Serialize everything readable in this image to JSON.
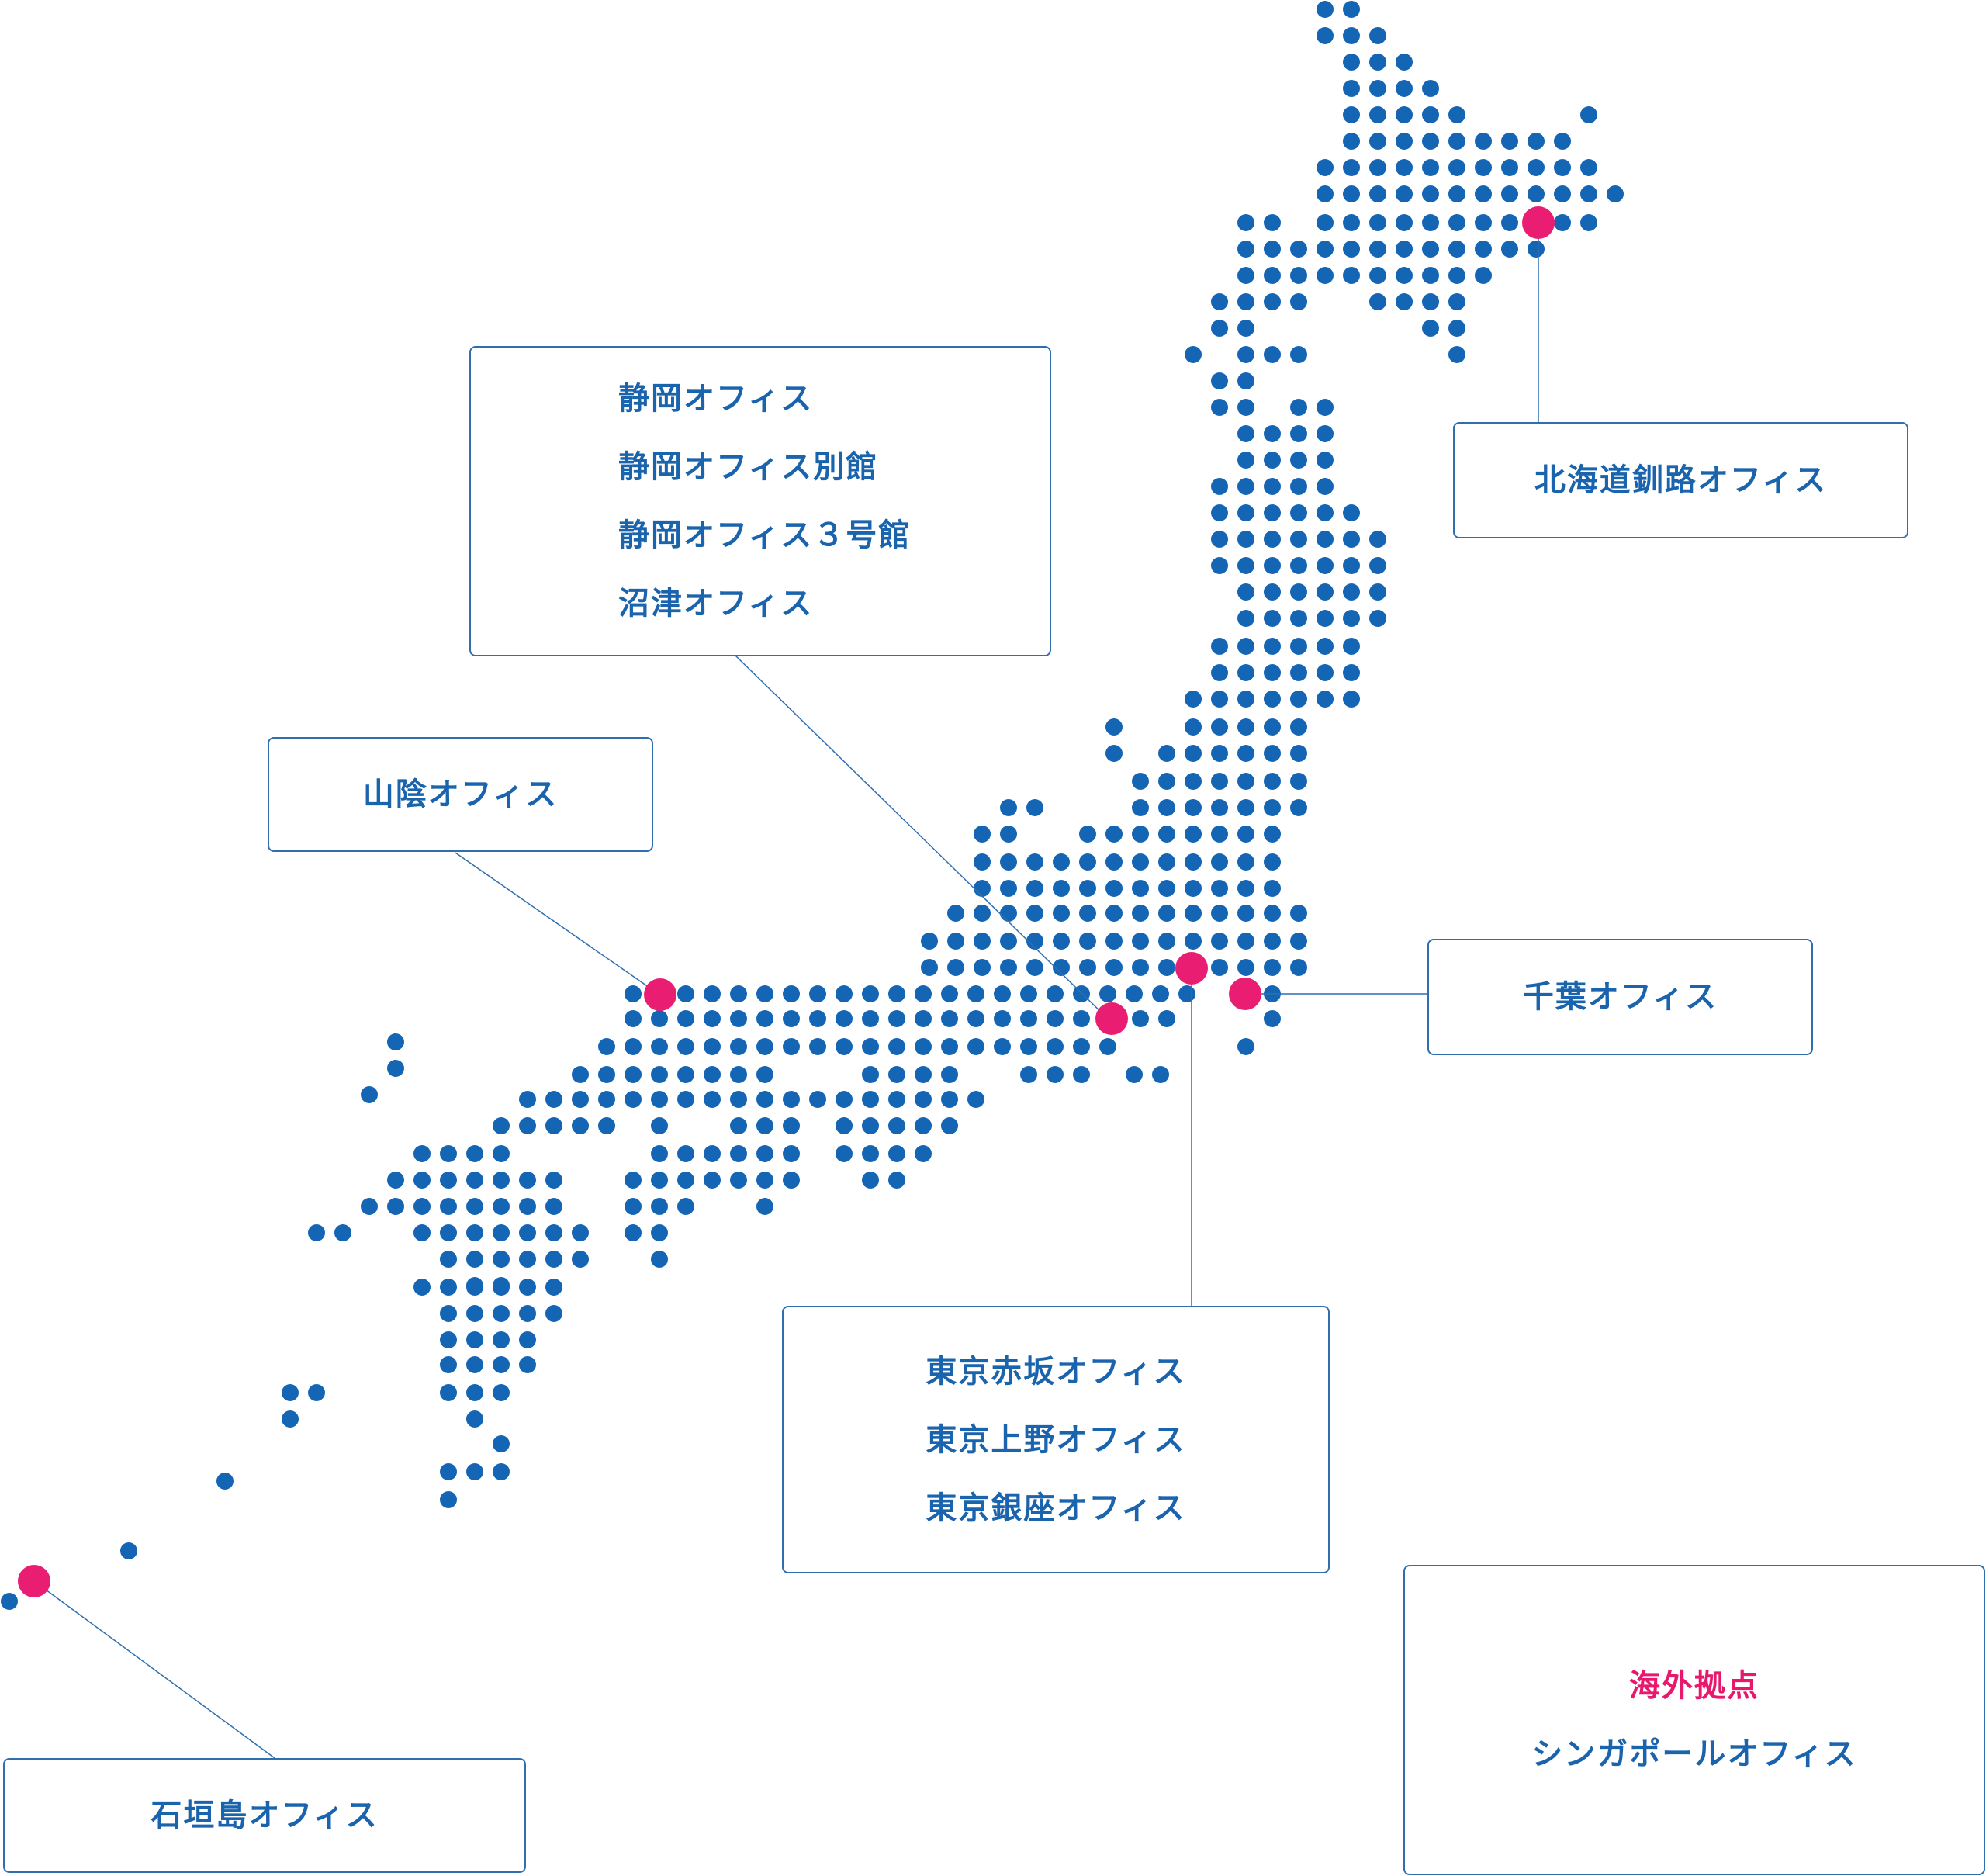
{
  "colors": {
    "dot": "#1565b5",
    "marker": "#e91e72",
    "line": "#2f6fb0",
    "box_border": "#2f6fb0",
    "text": "#1a63ad",
    "accent_text": "#e8186d"
  },
  "offices": {
    "shizuoka": [
      "静岡オフィス",
      "静岡オフィス別館",
      "静岡オフィス３号館",
      "沼津オフィス"
    ],
    "sanin": [
      "山陰オフィス"
    ],
    "hokkaido": [
      "北海道釧路オフィス"
    ],
    "chiba": [
      "千葉オフィス"
    ],
    "tokyo": [
      "東京赤坂オフィス",
      "東京上野オフィス",
      "東京銀座オフィス"
    ],
    "ishigaki": [
      "石垣島オフィス"
    ]
  },
  "overseas": {
    "heading": "海外拠点",
    "offices": [
      "シンガポールオフィス"
    ]
  }
}
